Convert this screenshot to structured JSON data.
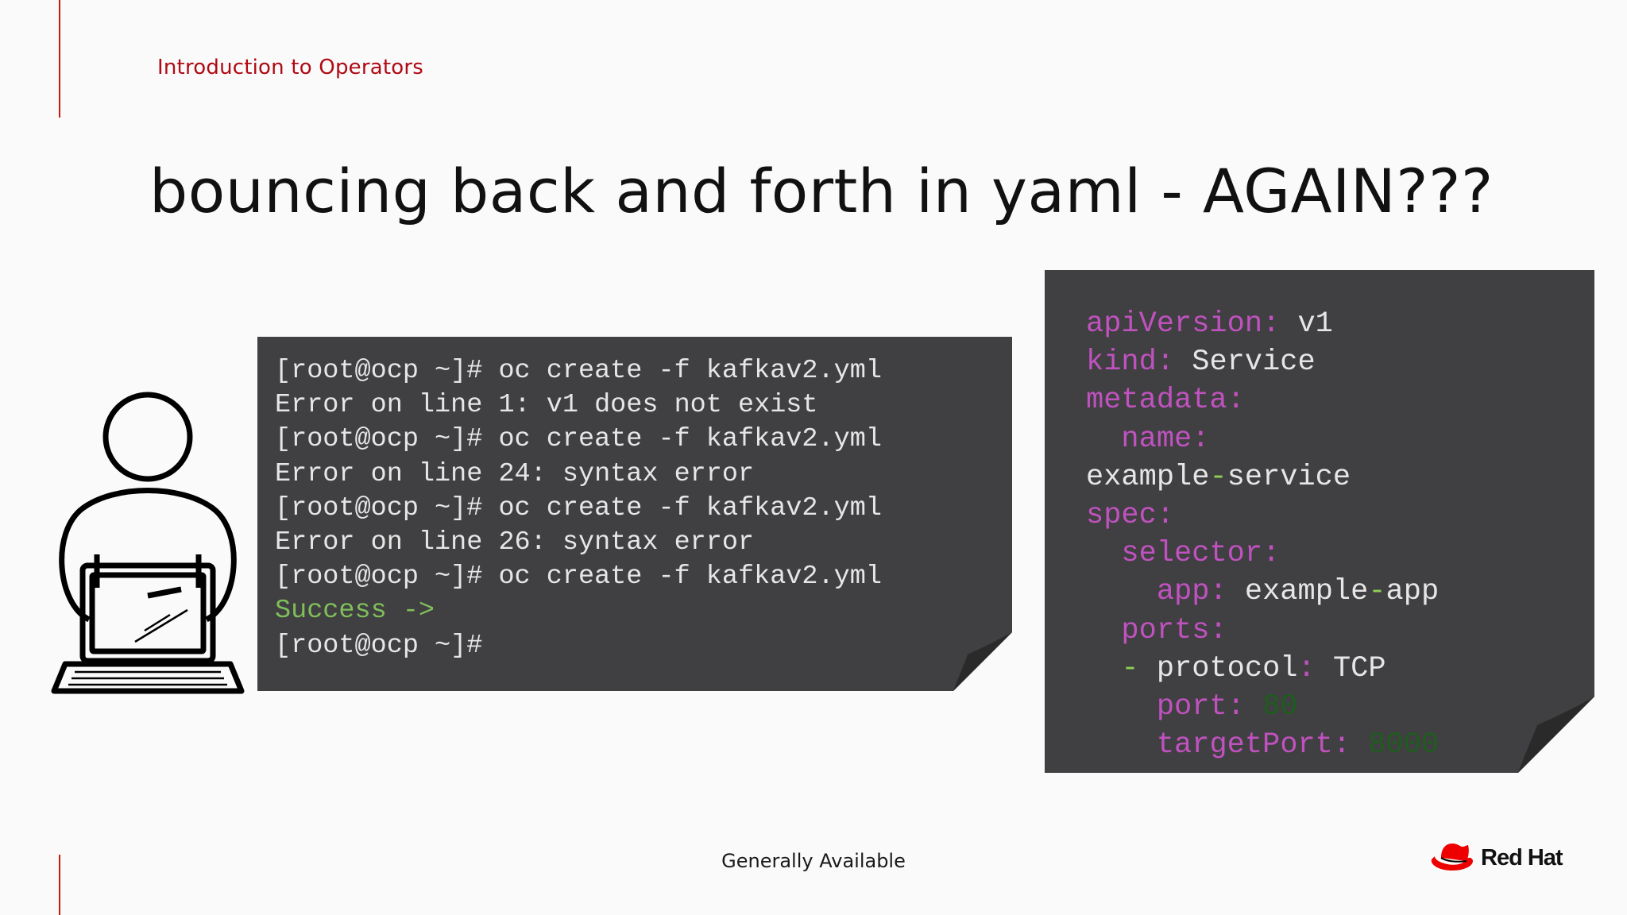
{
  "slide": {
    "eyebrow": "Introduction to Operators",
    "title": "bouncing back and forth in yaml - AGAIN???",
    "footer": "Generally Available",
    "logo_text": "Red Hat"
  },
  "terminal": {
    "lines": [
      "[root@ocp ~]# oc create -f kafkav2.yml",
      "Error on line 1: v1 does not exist",
      "[root@ocp ~]# oc create -f kafkav2.yml",
      "Error on line 24: syntax error",
      "[root@ocp ~]# oc create -f kafkav2.yml",
      "Error on line 26: syntax error",
      "[root@ocp ~]# oc create -f kafkav2.yml",
      "Success ->",
      "[root@ocp ~]#"
    ]
  },
  "yaml": {
    "apiVersion_key": "apiVersion:",
    "apiVersion_val": "v1",
    "kind_key": "kind:",
    "kind_val": "Service",
    "metadata_key": "metadata:",
    "name_key": "name:",
    "name_val_a": "example",
    "name_val_dash": "-",
    "name_val_b": "service",
    "spec_key": "spec:",
    "selector_key": "selector:",
    "app_key": "app:",
    "app_val_a": "example",
    "app_val_dash": "-",
    "app_val_b": "app",
    "ports_key": "ports:",
    "list_dash": "-",
    "protocol_key": "protocol",
    "protocol_colon": ":",
    "protocol_val": "TCP",
    "port_key": "port:",
    "port_val": "80",
    "targetPort_key": "targetPort:",
    "targetPort_val": "8000"
  },
  "colors": {
    "accent_red": "#c9190b",
    "terminal_bg": "#403f41",
    "yaml_key": "#c052c0",
    "yaml_number": "#1f5c1f",
    "success_green": "#7fbf5a"
  },
  "icons": {
    "person": "person-at-laptop-icon",
    "logo": "red-hat-fedora-icon"
  }
}
